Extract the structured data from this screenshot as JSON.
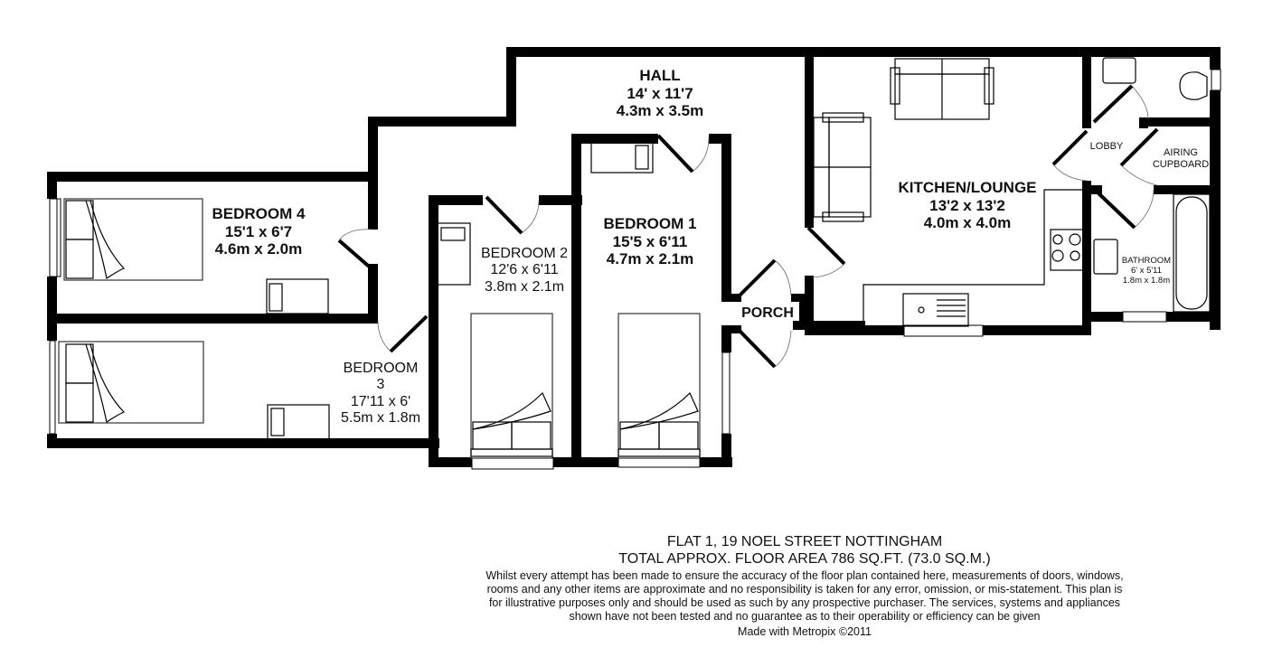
{
  "rooms": {
    "hall": {
      "name": "HALL",
      "imperial": "14' x 11'7",
      "metric": "4.3m x 3.5m"
    },
    "kitchen_lounge": {
      "name": "KITCHEN/LOUNGE",
      "imperial": "13'2 x 13'2",
      "metric": "4.0m x 4.0m"
    },
    "bedroom1": {
      "name": "BEDROOM 1",
      "imperial": "15'5 x 6'11",
      "metric": "4.7m x 2.1m"
    },
    "bedroom2": {
      "name": "BEDROOM 2",
      "imperial": "12'6 x 6'11",
      "metric": "3.8m x 2.1m"
    },
    "bedroom3": {
      "name_line1": "BEDROOM",
      "name_line2": "3",
      "imperial": "17'11 x 6'",
      "metric": "5.5m x 1.8m"
    },
    "bedroom4": {
      "name": "BEDROOM 4",
      "imperial": "15'1 x 6'7",
      "metric": "4.6m x 2.0m"
    },
    "bathroom": {
      "name": "BATHROOM",
      "imperial": "6' x 5'11",
      "metric": "1.8m x 1.8m"
    },
    "lobby": {
      "name": "LOBBY"
    },
    "airing_cupboard": {
      "name_line1": "AIRING",
      "name_line2": "CUPBOARD"
    },
    "porch": {
      "name": "PORCH"
    }
  },
  "footer": {
    "address": "FLAT 1, 19 NOEL STREET NOTTINGHAM",
    "floor_area": "TOTAL APPROX. FLOOR AREA 786 SQ.FT. (73.0 SQ.M.)",
    "disclaimer": "Whilst every attempt has been made to ensure the accuracy of the floor plan contained here, measurements of doors, windows, rooms and any other items are approximate and no responsibility is taken for any error, omission, or mis-statement. This plan is for illustrative purposes only and should be used as such by any prospective purchaser. The services, systems and appliances shown have not been tested and no guarantee as to their operability or efficiency can be given",
    "credit": "Made with Metropix ©2011"
  }
}
